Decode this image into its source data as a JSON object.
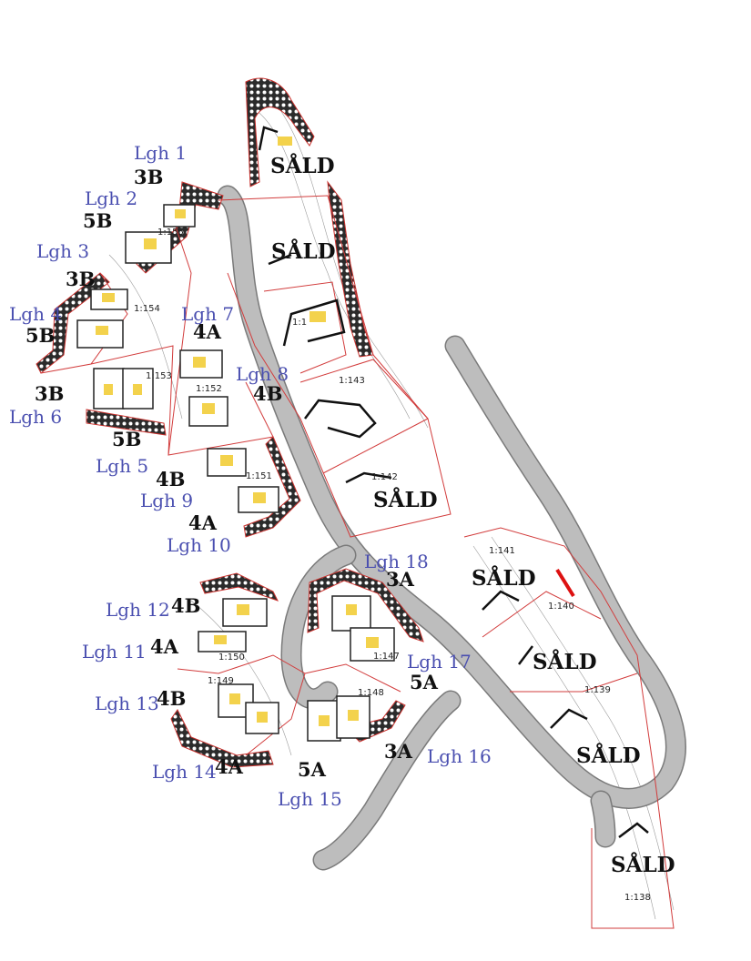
{
  "units": [
    {
      "name": "Lgh 1",
      "type": "3B"
    },
    {
      "name": "Lgh 2",
      "type": "5B"
    },
    {
      "name": "Lgh 3",
      "type": "3B"
    },
    {
      "name": "Lgh 4",
      "type": "5B"
    },
    {
      "name": "Lgh 5",
      "type": "5B"
    },
    {
      "name": "Lgh 6",
      "type": "3B"
    },
    {
      "name": "Lgh 7",
      "type": "4A"
    },
    {
      "name": "Lgh 8",
      "type": "4B"
    },
    {
      "name": "Lgh 9",
      "type": "4B"
    },
    {
      "name": "Lgh 10",
      "type": "4A"
    },
    {
      "name": "Lgh 11",
      "type": "4A"
    },
    {
      "name": "Lgh 12",
      "type": "4B"
    },
    {
      "name": "Lgh 13",
      "type": "4B"
    },
    {
      "name": "Lgh 14",
      "type": "4A"
    },
    {
      "name": "Lgh 15",
      "type": "5A"
    },
    {
      "name": "Lgh 16",
      "type": "3A"
    },
    {
      "name": "Lgh 17",
      "type": "5A"
    },
    {
      "name": "Lgh 18",
      "type": "3A"
    }
  ],
  "sold_label": "SÅLD",
  "plots": [
    "1:155",
    "1:154",
    "1:153",
    "1:152",
    "1:151",
    "1:150",
    "1:149",
    "1:148",
    "1:147",
    "1:143",
    "1:142",
    "1:141",
    "1:140",
    "1:139",
    "1:138",
    "1:1"
  ]
}
